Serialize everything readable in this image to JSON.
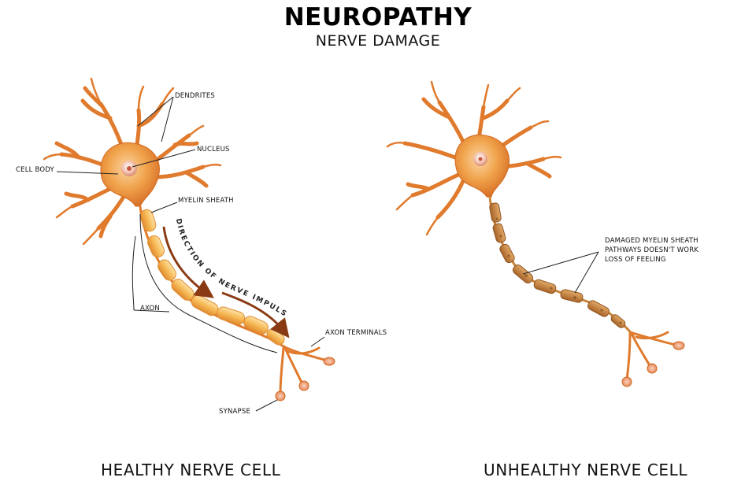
{
  "header": {
    "title": "NEUROPATHY",
    "subtitle": "NERVE DAMAGE"
  },
  "healthy": {
    "caption": "HEALTHY NERVE CELL",
    "labels": {
      "dendrites": "DENDRITES",
      "nucleus": "NUCLEUS",
      "cell_body": "CELL BODY",
      "myelin_sheath": "MYELIN SHEATH",
      "axon": "AXON",
      "axon_terminals": "AXON TERMINALS",
      "synapse": "SYNAPSE",
      "impulse_direction": "DIRECTION OF NERVE IMPULSE"
    }
  },
  "unhealthy": {
    "caption": "UNHEALTHY NERVE CELL",
    "damage_notes": [
      "DAMAGED MYELIN SHEATH",
      "PATHWAYS DOESN'T WORK",
      "LOSS OF FEELING"
    ]
  },
  "colors": {
    "dendrite": "#e07a2c",
    "cell_body": "#f0a24a",
    "myelin": "#f6b955",
    "damaged_myelin": "#c9853a",
    "arrow": "#8a3a12",
    "nucleus": "#f5c8b0"
  }
}
